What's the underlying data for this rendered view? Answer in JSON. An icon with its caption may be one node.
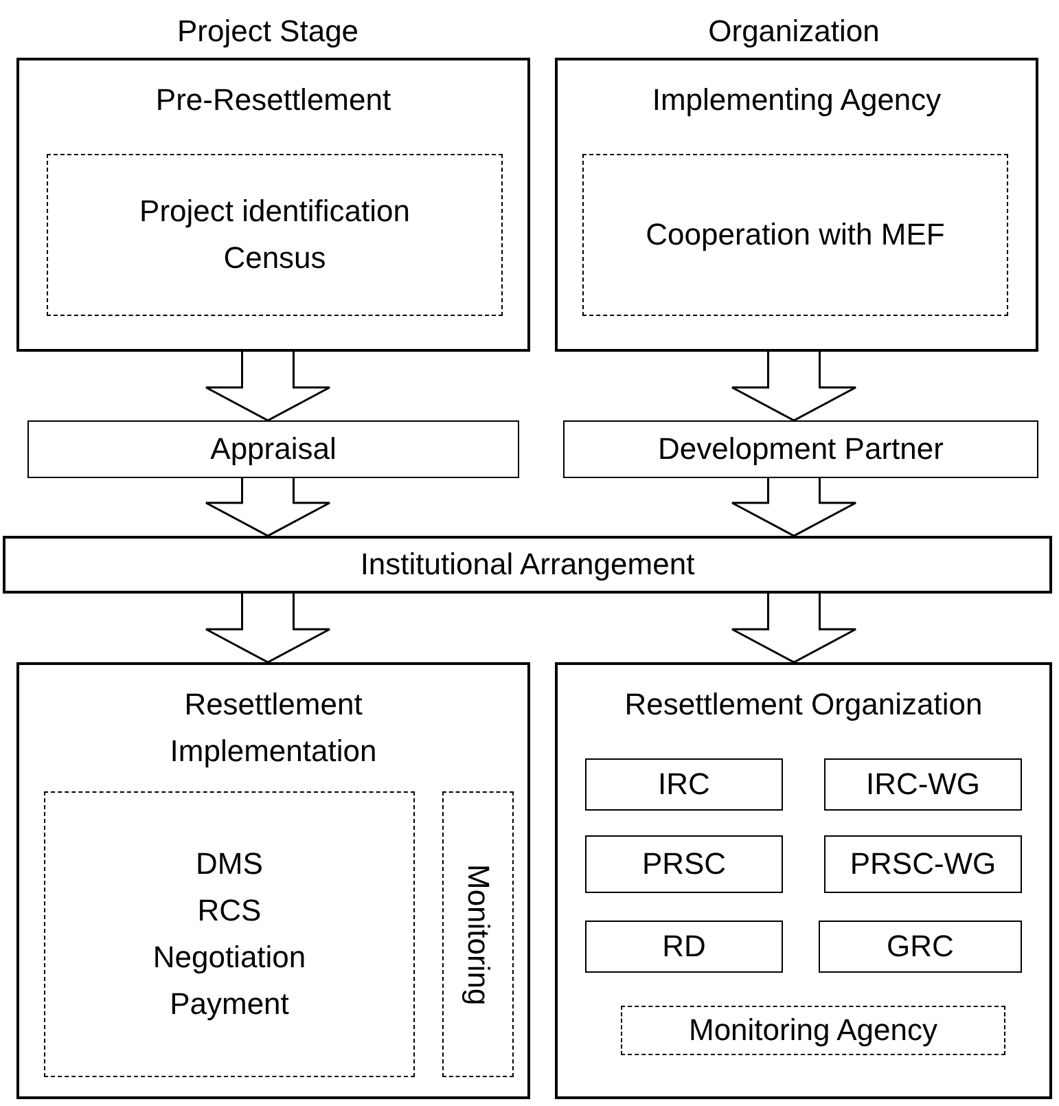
{
  "diagram": {
    "nodes": [
      {
        "text": [
          "Pre-Resettlement"
        ]
      },
      {
        "text": [
          "Project identification",
          "Census"
        ],
        "in": 0
      },
      {
        "text": [
          "Implementing Agency"
        ]
      },
      {
        "text": [
          "Cooperation with MEF"
        ],
        "in": 2
      },
      {
        "text": [
          "Appraisal"
        ]
      },
      {
        "text": [
          "Development Partner"
        ]
      },
      {
        "text": [
          "Institutional Arrangement"
        ]
      },
      {
        "text": [
          "Resettlement Implementation"
        ]
      },
      {
        "text": [
          "DMS",
          "RCS",
          "Negotiation",
          "Payment"
        ],
        "in": 7
      },
      {
        "text": [
          "Monitoring"
        ],
        "in": 7
      },
      {
        "text": [
          "Resettlement Organization"
        ]
      },
      {
        "text": [
          "IRC"
        ],
        "in": 10
      },
      {
        "text": [
          "IRC-WG"
        ],
        "in": 10
      },
      {
        "text": [
          "PRSC"
        ],
        "in": 10
      },
      {
        "text": [
          "PRSC-WG"
        ],
        "in": 10
      },
      {
        "text": [
          "RD"
        ],
        "in": 10
      },
      {
        "text": [
          "GRC"
        ],
        "in": 10
      },
      {
        "text": [
          "Monitoring Agency"
        ],
        "in": 10
      }
    ],
    "edges": [
      {
        "from": 0,
        "to": 4,
        "arrow": "to"
      },
      {
        "from": 2,
        "to": 5,
        "arrow": "to"
      },
      {
        "from": 4,
        "to": 6,
        "arrow": "to"
      },
      {
        "from": 5,
        "to": 6,
        "arrow": "to"
      },
      {
        "from": 6,
        "to": 7,
        "arrow": "to"
      },
      {
        "from": 6,
        "to": 10,
        "arrow": "to"
      }
    ],
    "labels": [
      "Project Stage",
      "Organization"
    ]
  }
}
